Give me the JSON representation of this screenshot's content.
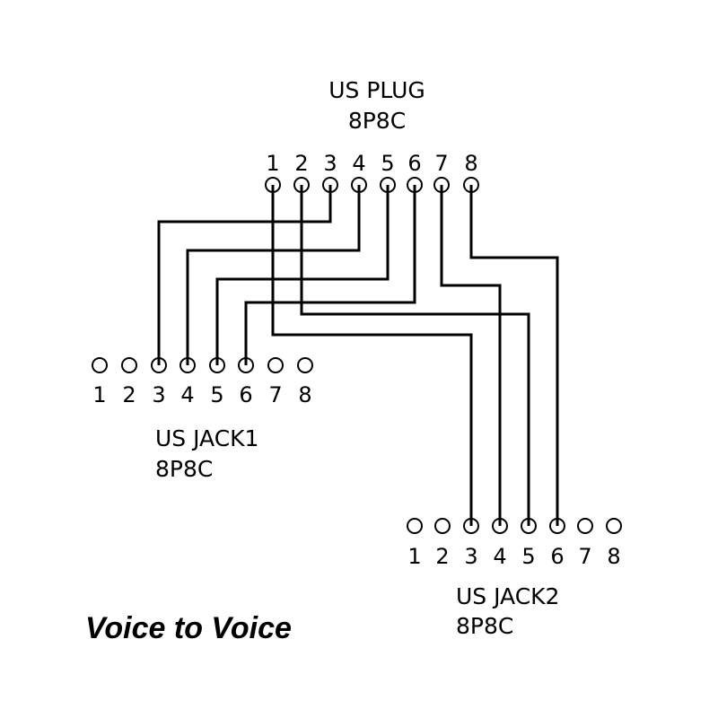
{
  "title": "Voice to Voice",
  "colors": {
    "line": "#000000",
    "background": "#ffffff"
  },
  "plug": {
    "name": "US PLUG",
    "type": "8P8C",
    "pins": [
      "1",
      "2",
      "3",
      "4",
      "5",
      "6",
      "7",
      "8"
    ]
  },
  "jack1": {
    "name": "US JACK1",
    "type": "8P8C",
    "pins": [
      "1",
      "2",
      "3",
      "4",
      "5",
      "6",
      "7",
      "8"
    ]
  },
  "jack2": {
    "name": "US JACK2",
    "type": "8P8C",
    "pins": [
      "1",
      "2",
      "3",
      "4",
      "5",
      "6",
      "7",
      "8"
    ]
  },
  "connections": [
    {
      "from": "plug",
      "from_pin": 3,
      "to": "jack1",
      "to_pin": 3
    },
    {
      "from": "plug",
      "from_pin": 4,
      "to": "jack1",
      "to_pin": 4
    },
    {
      "from": "plug",
      "from_pin": 5,
      "to": "jack1",
      "to_pin": 5
    },
    {
      "from": "plug",
      "from_pin": 6,
      "to": "jack1",
      "to_pin": 6
    },
    {
      "from": "plug",
      "from_pin": 1,
      "to": "jack2",
      "to_pin": 3
    },
    {
      "from": "plug",
      "from_pin": 7,
      "to": "jack2",
      "to_pin": 4
    },
    {
      "from": "plug",
      "from_pin": 2,
      "to": "jack2",
      "to_pin": 5
    },
    {
      "from": "plug",
      "from_pin": 8,
      "to": "jack2",
      "to_pin": 6
    }
  ]
}
